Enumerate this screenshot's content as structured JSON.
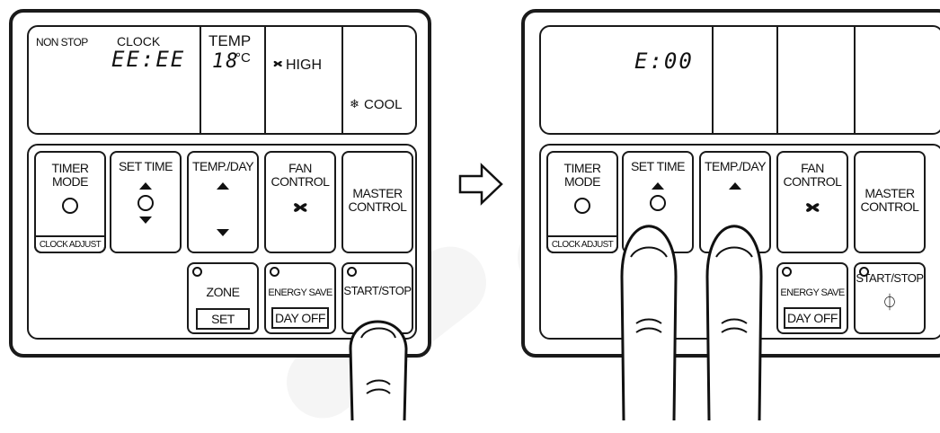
{
  "left": {
    "display": {
      "nonstop": "NON STOP",
      "clock_label": "CLOCK",
      "clock_value": "EE:EE",
      "temp_label": "TEMP",
      "temp_value": "18",
      "temp_unit": "°C",
      "fan_icon": "fan-icon",
      "fan_speed": "HIGH",
      "mode_icon": "snowflake-icon",
      "mode": "COOL"
    },
    "buttons": {
      "timer_mode_1": "TIMER",
      "timer_mode_2": "MODE",
      "clock_adjust": "CLOCK ADJUST",
      "set_time": "SET TIME",
      "temp_day": "TEMP./DAY",
      "fan_1": "FAN",
      "fan_2": "CONTROL",
      "master_1": "MASTER",
      "master_2": "CONTROL",
      "zone": "ZONE",
      "set": "SET",
      "energy_save": "ENERGY SAVE",
      "day_off": "DAY OFF",
      "start_stop": "START/STOP"
    }
  },
  "right": {
    "display": {
      "clock_value": "E:00"
    },
    "buttons": {
      "timer_mode_1": "TIMER",
      "timer_mode_2": "MODE",
      "clock_adjust": "CLOCK ADJUST",
      "set_time": "SET TIME",
      "temp_day": "TEMP./DAY",
      "fan_1": "FAN",
      "fan_2": "CONTROL",
      "master_1": "MASTER",
      "master_2": "CONTROL",
      "energy_save": "ENERGY SAVE",
      "day_off": "DAY OFF",
      "start_stop": "START/STOP"
    }
  },
  "arrow_icon": "right-arrow-icon",
  "hand_icon": "pressing-finger-icon"
}
